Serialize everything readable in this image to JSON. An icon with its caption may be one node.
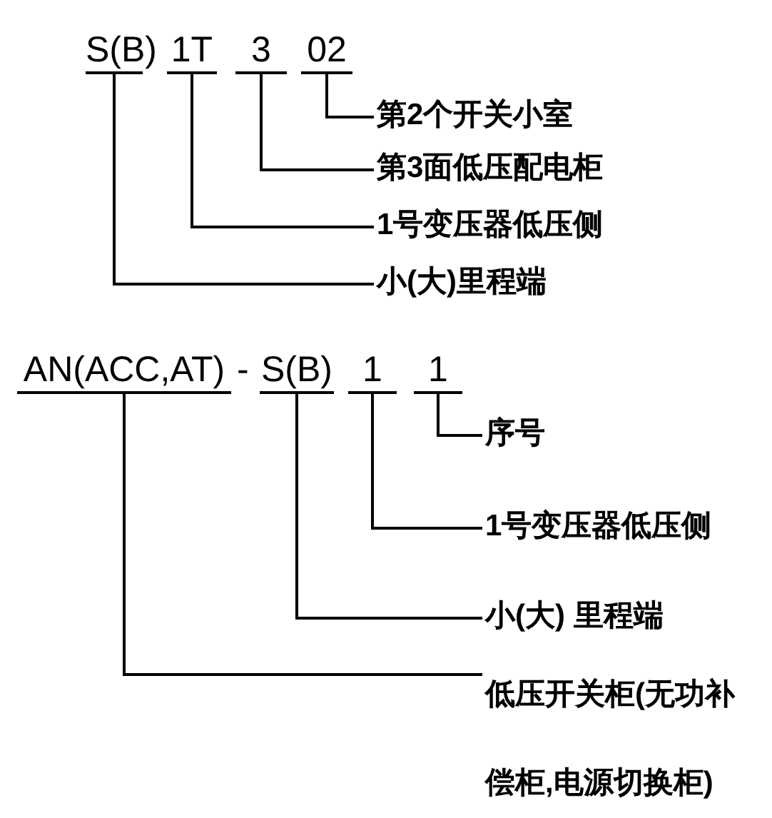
{
  "diagram": {
    "nodes": [
      {
        "text": [
          "S(B)"
        ]
      },
      {
        "text": [
          "1T"
        ]
      },
      {
        "text": [
          "3"
        ]
      },
      {
        "text": [
          "02"
        ]
      },
      {
        "text": [
          "第2个开关小室"
        ]
      },
      {
        "text": [
          "第3面低压配电柜"
        ]
      },
      {
        "text": [
          "1号变压器低压侧"
        ]
      },
      {
        "text": [
          "小(大)里程端"
        ]
      },
      {
        "text": [
          "AN(ACC,AT)"
        ]
      },
      {
        "text": [
          "S(B)"
        ]
      },
      {
        "text": [
          "1"
        ]
      },
      {
        "text": [
          "1"
        ]
      },
      {
        "text": [
          "序号"
        ]
      },
      {
        "text": [
          "1号变压器低压侧"
        ]
      },
      {
        "text": [
          "小(大) 里程端"
        ]
      },
      {
        "text": [
          "低压开关柜(无功补偿柜,电源切换柜)"
        ]
      }
    ],
    "edges": [
      {
        "from": 3,
        "to": 4,
        "arrow": "none"
      },
      {
        "from": 2,
        "to": 5,
        "arrow": "none"
      },
      {
        "from": 1,
        "to": 6,
        "arrow": "none"
      },
      {
        "from": 0,
        "to": 7,
        "arrow": "none"
      },
      {
        "from": 11,
        "to": 12,
        "arrow": "none"
      },
      {
        "from": 10,
        "to": 13,
        "arrow": "none"
      },
      {
        "from": 9,
        "to": 14,
        "arrow": "none"
      },
      {
        "from": 8,
        "to": 15,
        "arrow": "none"
      }
    ],
    "labels": [
      "-"
    ]
  }
}
